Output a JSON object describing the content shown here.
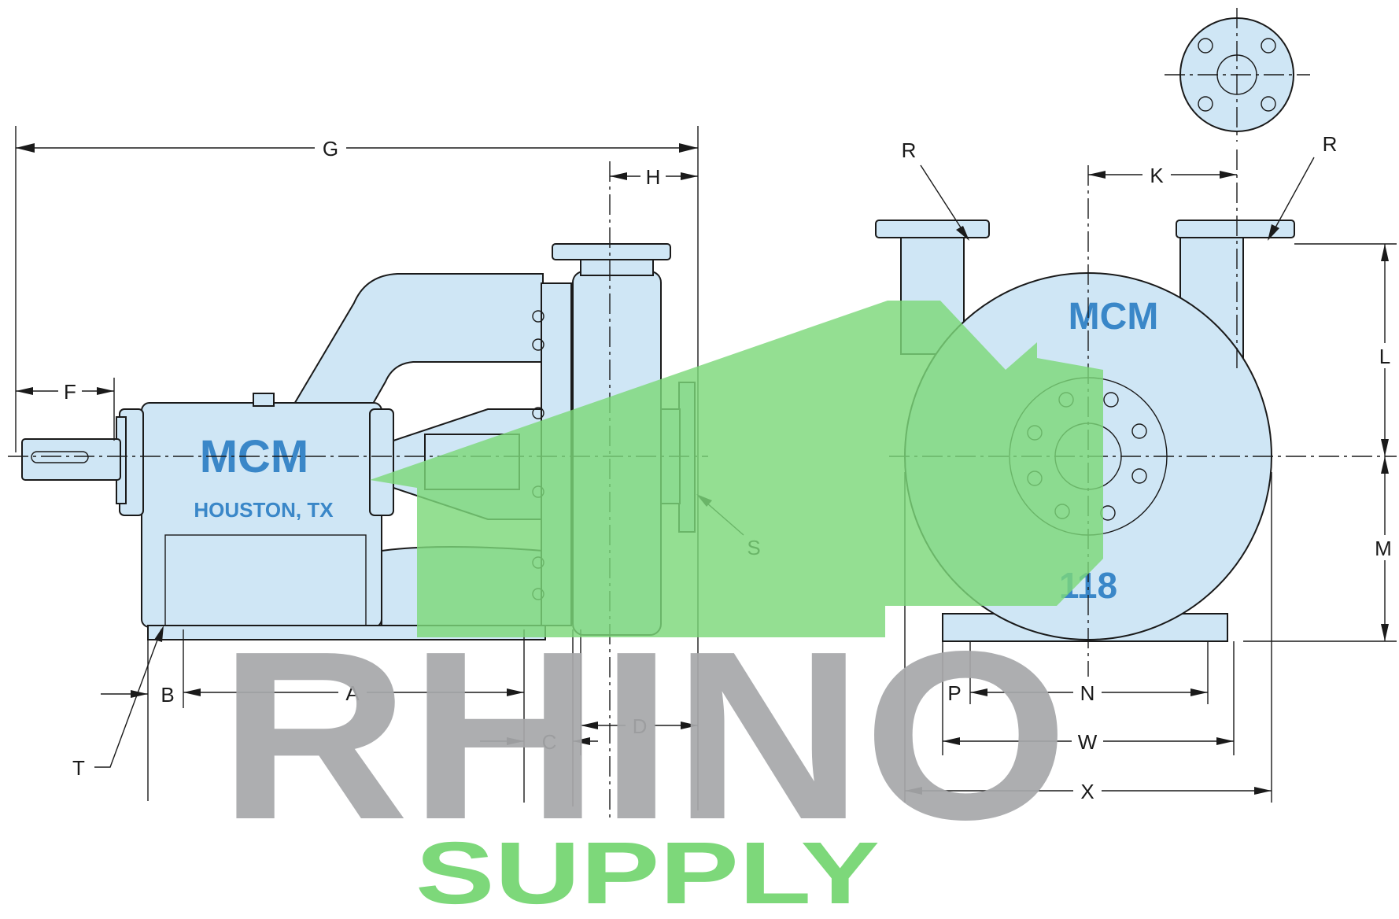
{
  "diagram": {
    "side_view": {
      "brand": "MCM",
      "location": "HOUSTON, TX"
    },
    "front_view": {
      "brand": "MCM",
      "model": "118"
    },
    "dimension_labels": {
      "A": "A",
      "B": "B",
      "C": "C",
      "D": "D",
      "F": "F",
      "G": "G",
      "H": "H",
      "K": "K",
      "L": "L",
      "M": "M",
      "N": "N",
      "P": "P",
      "R_left": "R",
      "R_right": "R",
      "S": "S",
      "T": "T",
      "W": "W",
      "X": "X"
    }
  },
  "watermark": {
    "word": "RHINO",
    "tagline": "SUPPLY",
    "colors": {
      "gray": "#a7a8aa",
      "green": "#7dd87a"
    }
  }
}
